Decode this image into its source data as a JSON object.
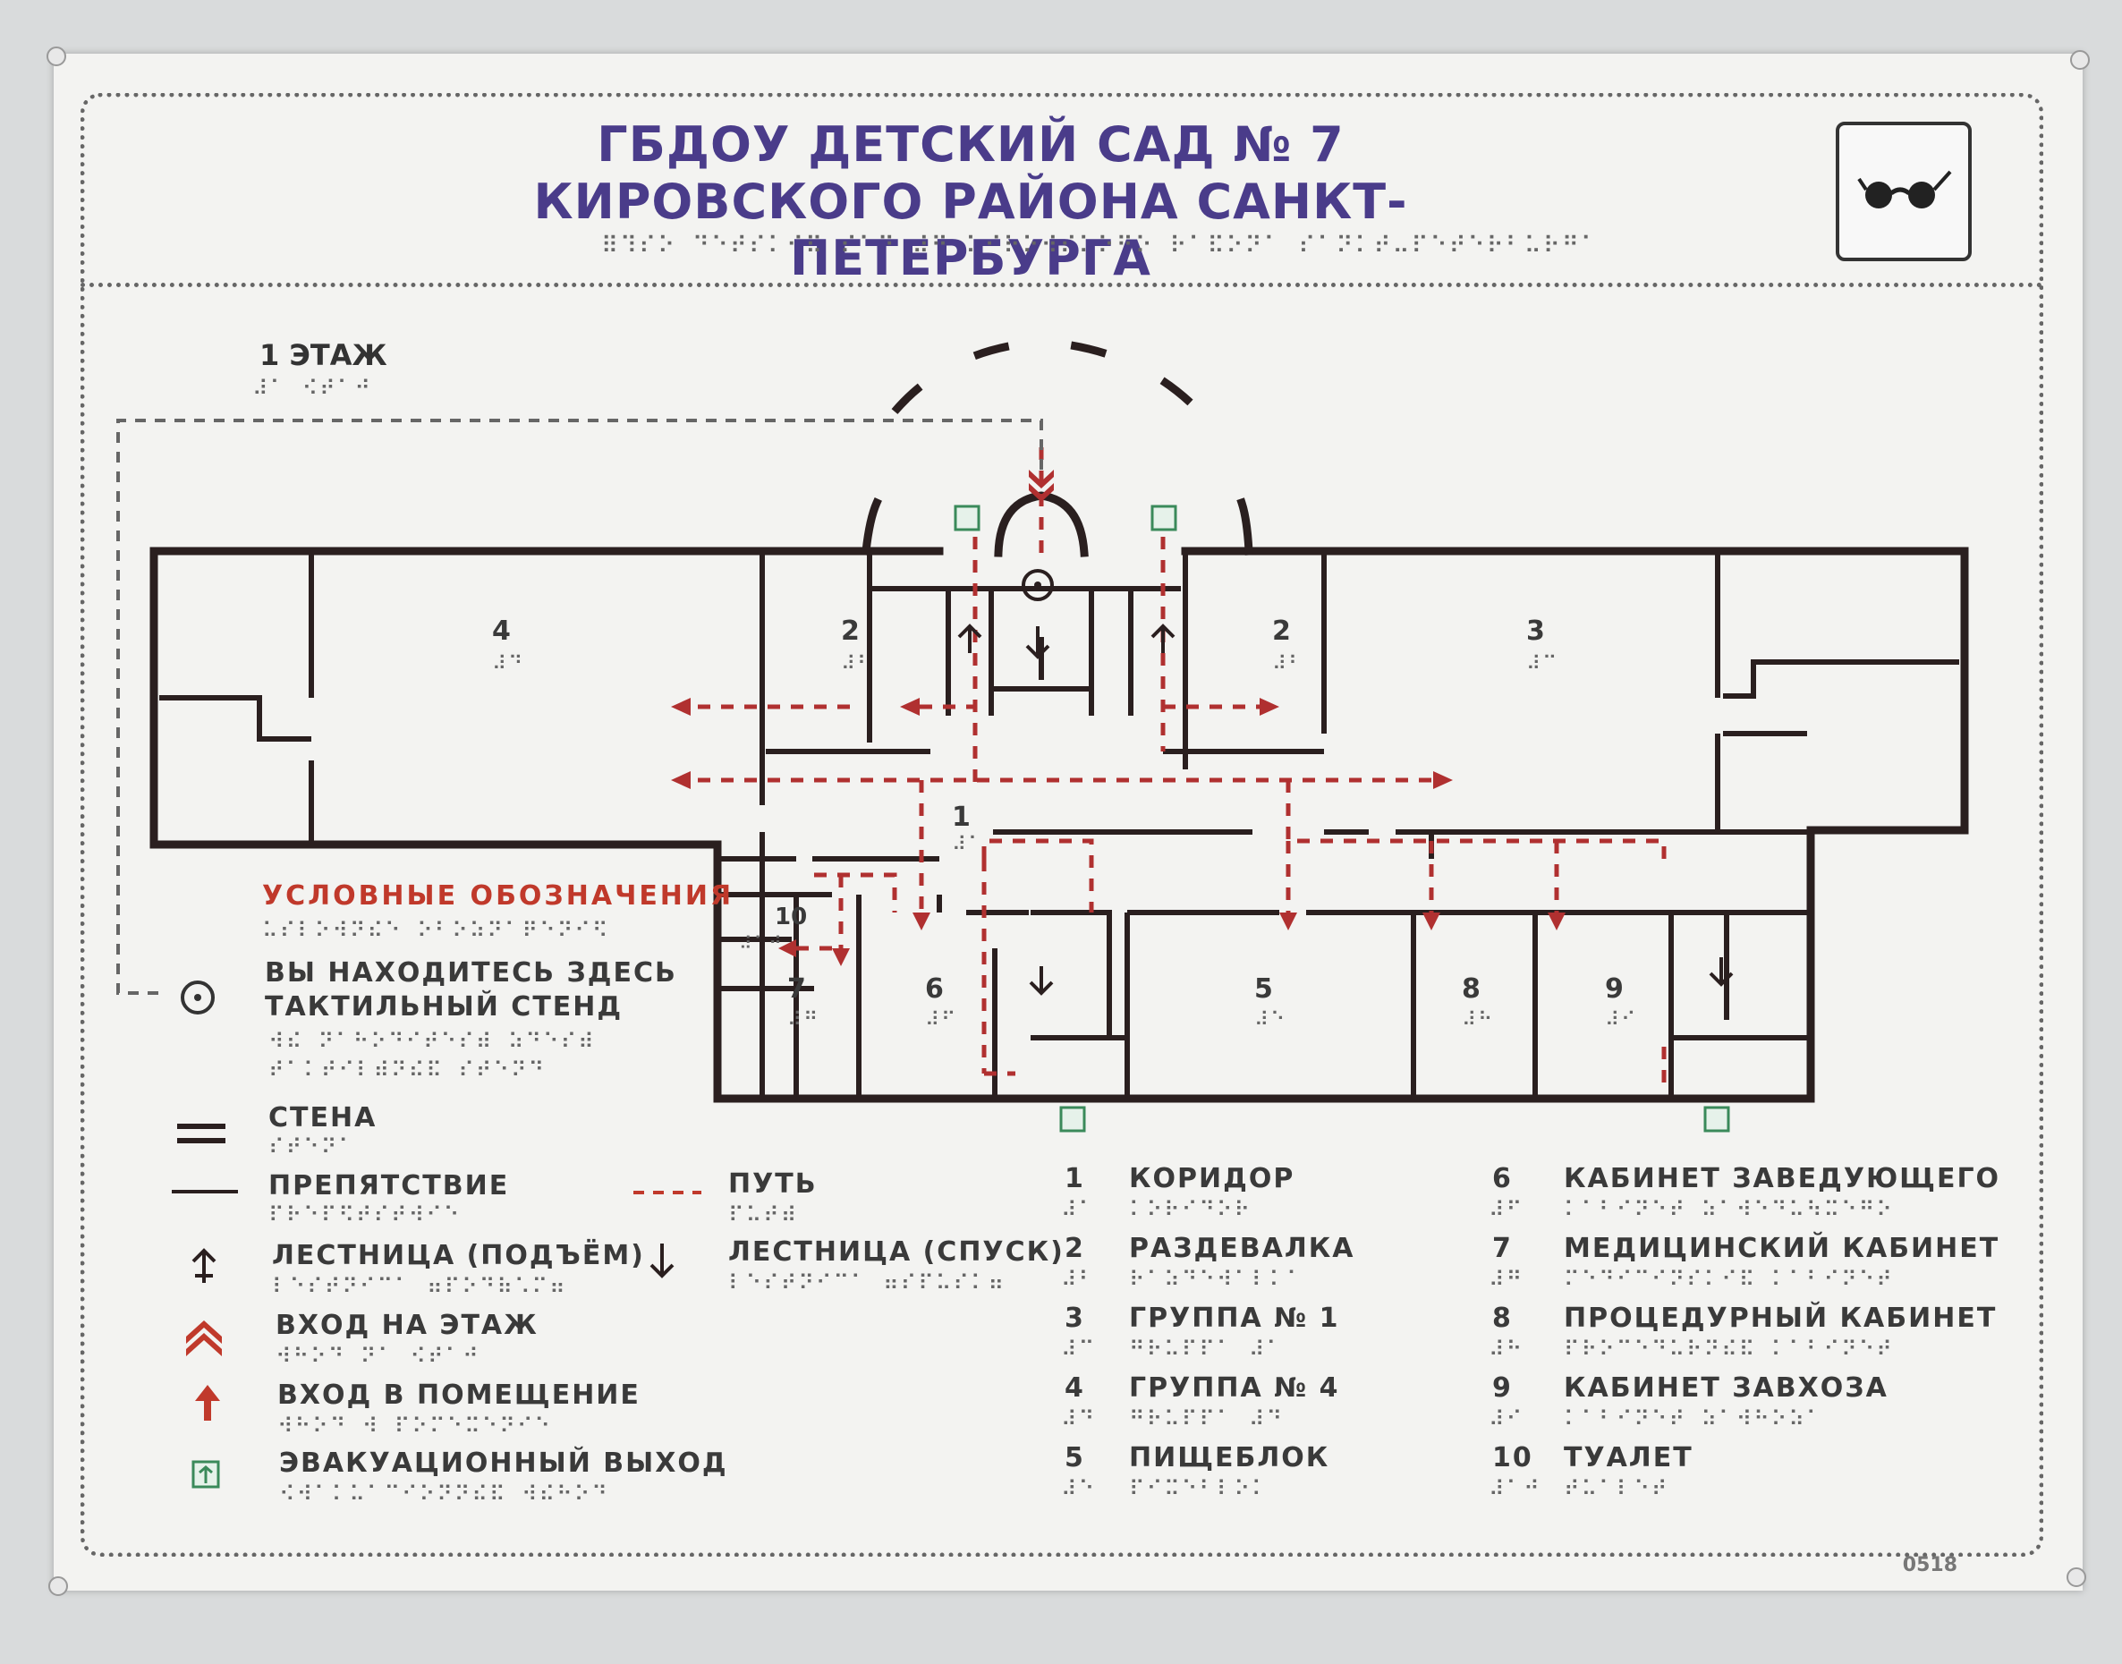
{
  "header": {
    "title_line1": "ГБДОУ ДЕТСКИЙ САД № 7",
    "title_line2": "КИРОВСКОГО РАЙОНА САНКТ-ПЕТЕРБУРГА",
    "braille": "⠿⠹⠎⠕ ⠙⠑⠞⠎⠅⠊⠯ ⠎⠁⠙ ⠼⠛ ⠅⠊⠗⠕⠺⠎⠅⠕⠛⠕ ⠗⠁⠯⠕⠝⠁ ⠎⠁⠝⠅⠞⠤⠏⠑⠞⠑⠗⠃⠥⠗⠛⠁",
    "icon": "glasses-icon"
  },
  "floor": {
    "label": "1 ЭТАЖ",
    "braille": "⠼⠁ ⠪⠞⠁⠚"
  },
  "rooms": [
    {
      "num": "4",
      "braille": "⠼⠙"
    },
    {
      "num": "2",
      "braille": "⠼⠃"
    },
    {
      "num": "2",
      "braille": "⠼⠃"
    },
    {
      "num": "3",
      "braille": "⠼⠉"
    },
    {
      "num": "1",
      "braille": "⠼⠁"
    },
    {
      "num": "10",
      "braille": "⠼⠁⠚"
    },
    {
      "num": "7",
      "braille": "⠼⠛"
    },
    {
      "num": "6",
      "braille": "⠼⠋"
    },
    {
      "num": "5",
      "braille": "⠼⠑"
    },
    {
      "num": "8",
      "braille": "⠼⠓"
    },
    {
      "num": "9",
      "braille": "⠼⠊"
    }
  ],
  "legend": {
    "title": "УСЛОВНЫЕ ОБОЗНАЧЕНИЯ",
    "title_braille": "⠥⠎⠇⠕⠺⠝⠮⠑ ⠕⠃⠕⠵⠝⠁⠟⠑⠝⠊⠫",
    "here_line1": "ВЫ НАХОДИТЕСЬ ЗДЕСЬ",
    "here_line2": "ТАКТИЛЬНЫЙ СТЕНД",
    "here_braille1": "⠺⠮ ⠝⠁⠓⠕⠙⠊⠞⠑⠎⠾ ⠵⠙⠑⠎⠾",
    "here_braille2": "⠞⠁⠅⠞⠊⠇⠾⠝⠮⠯ ⠎⠞⠑⠝⠙",
    "wall": "СТЕНА",
    "wall_braille": "⠎⠞⠑⠝⠁",
    "obstacle": "ПРЕПЯТСТВИЕ",
    "obstacle_braille": "⠏⠗⠑⠏⠫⠞⠎⠞⠺⠊⠑",
    "path": "ПУТЬ",
    "path_braille": "⠏⠥⠞⠾",
    "stairs_up": "ЛЕСТНИЦА (ПОДЪЁМ)",
    "stairs_up_braille": "⠇⠑⠎⠞⠝⠊⠉⠁ ⠶⠏⠕⠙⠷⠡⠍⠶",
    "stairs_down": "ЛЕСТНИЦА (СПУСК)",
    "stairs_down_braille": "⠇⠑⠎⠞⠝⠊⠉⠁ ⠶⠎⠏⠥⠎⠅⠶",
    "entrance_floor": "ВХОД НА ЭТАЖ",
    "entrance_floor_braille": "⠺⠓⠕⠙ ⠝⠁ ⠪⠞⠁⠚",
    "entrance_room": "ВХОД В ПОМЕЩЕНИЕ",
    "entrance_room_braille": "⠺⠓⠕⠙ ⠺ ⠏⠕⠍⠑⠭⠑⠝⠊⠑",
    "evac": "ЭВАКУАЦИОННЫЙ ВЫХОД",
    "evac_braille": "⠪⠺⠁⠅⠥⠁⠉⠊⠕⠝⠝⠮⠯ ⠺⠮⠓⠕⠙",
    "colors": {
      "path_red": "#c0392b",
      "title_purple": "#4a3c8a",
      "evac_green": "#3a8a5a"
    }
  },
  "room_list": [
    {
      "num": "1",
      "name": "КОРИДОР",
      "braille": "⠅⠕⠗⠊⠙⠕⠗",
      "num_braille": "⠼⠁"
    },
    {
      "num": "2",
      "name": "РАЗДЕВАЛКА",
      "braille": "⠗⠁⠵⠙⠑⠺⠁⠇⠅⠁",
      "num_braille": "⠼⠃"
    },
    {
      "num": "3",
      "name": "ГРУППА № 1",
      "braille": "⠛⠗⠥⠏⠏⠁ ⠼⠁",
      "num_braille": "⠼⠉"
    },
    {
      "num": "4",
      "name": "ГРУППА № 4",
      "braille": "⠛⠗⠥⠏⠏⠁ ⠼⠙",
      "num_braille": "⠼⠙"
    },
    {
      "num": "5",
      "name": "ПИЩЕБЛОК",
      "braille": "⠏⠊⠭⠑⠃⠇⠕⠅",
      "num_braille": "⠼⠑"
    },
    {
      "num": "6",
      "name": "КАБИНЕТ ЗАВЕДУЮЩЕГО",
      "braille": "⠅⠁⠃⠊⠝⠑⠞ ⠵⠁⠺⠑⠙⠥⠳⠭⠑⠛⠕",
      "num_braille": "⠼⠋"
    },
    {
      "num": "7",
      "name": "МЕДИЦИНСКИЙ КАБИНЕТ",
      "braille": "⠍⠑⠙⠊⠉⠊⠝⠎⠅⠊⠯ ⠅⠁⠃⠊⠝⠑⠞",
      "num_braille": "⠼⠛"
    },
    {
      "num": "8",
      "name": "ПРОЦЕДУРНЫЙ КАБИНЕТ",
      "braille": "⠏⠗⠕⠉⠑⠙⠥⠗⠝⠮⠯ ⠅⠁⠃⠊⠝⠑⠞",
      "num_braille": "⠼⠓"
    },
    {
      "num": "9",
      "name": "КАБИНЕТ ЗАВХОЗА",
      "braille": "⠅⠁⠃⠊⠝⠑⠞ ⠵⠁⠺⠓⠕⠵⠁",
      "num_braille": "⠼⠊"
    },
    {
      "num": "10",
      "name": "ТУАЛЕТ",
      "braille": "⠞⠥⠁⠇⠑⠞",
      "num_braille": "⠼⠁⠚"
    }
  ],
  "plate_code": "0518"
}
